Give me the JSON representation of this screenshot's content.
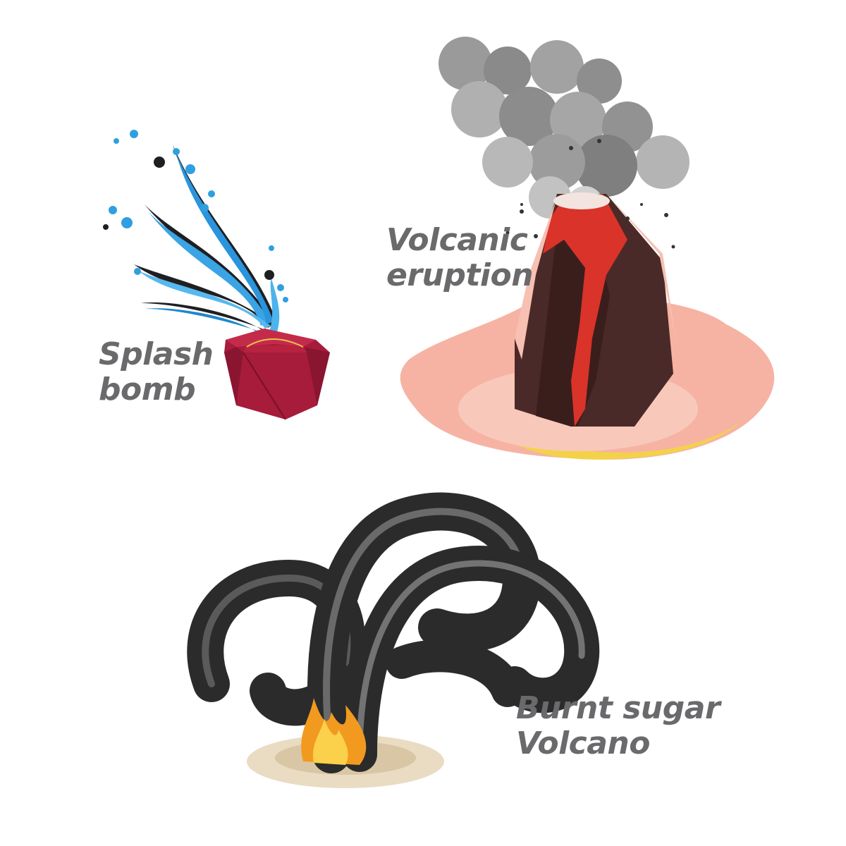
{
  "items": [
    {
      "id": "splash-bomb",
      "label_lines": [
        "Splash",
        "bomb"
      ],
      "icon": "water-splash-bomb-icon"
    },
    {
      "id": "volcanic-eruption",
      "label_lines": [
        "Volcanic",
        "eruption"
      ],
      "icon": "erupting-volcano-icon"
    },
    {
      "id": "burnt-sugar-volcano",
      "label_lines": [
        "Burnt sugar",
        "Volcano"
      ],
      "icon": "burnt-sugar-snake-icon"
    }
  ],
  "colors": {
    "label": "#6a6a6c",
    "water": "#2f9fe0",
    "bomb": "#a61c3a",
    "lava": "#d9332a",
    "foam": "#f6b3a3",
    "smoke": "#8c8c8c",
    "char": "#2b2b2b",
    "flame": "#f29a1f"
  }
}
